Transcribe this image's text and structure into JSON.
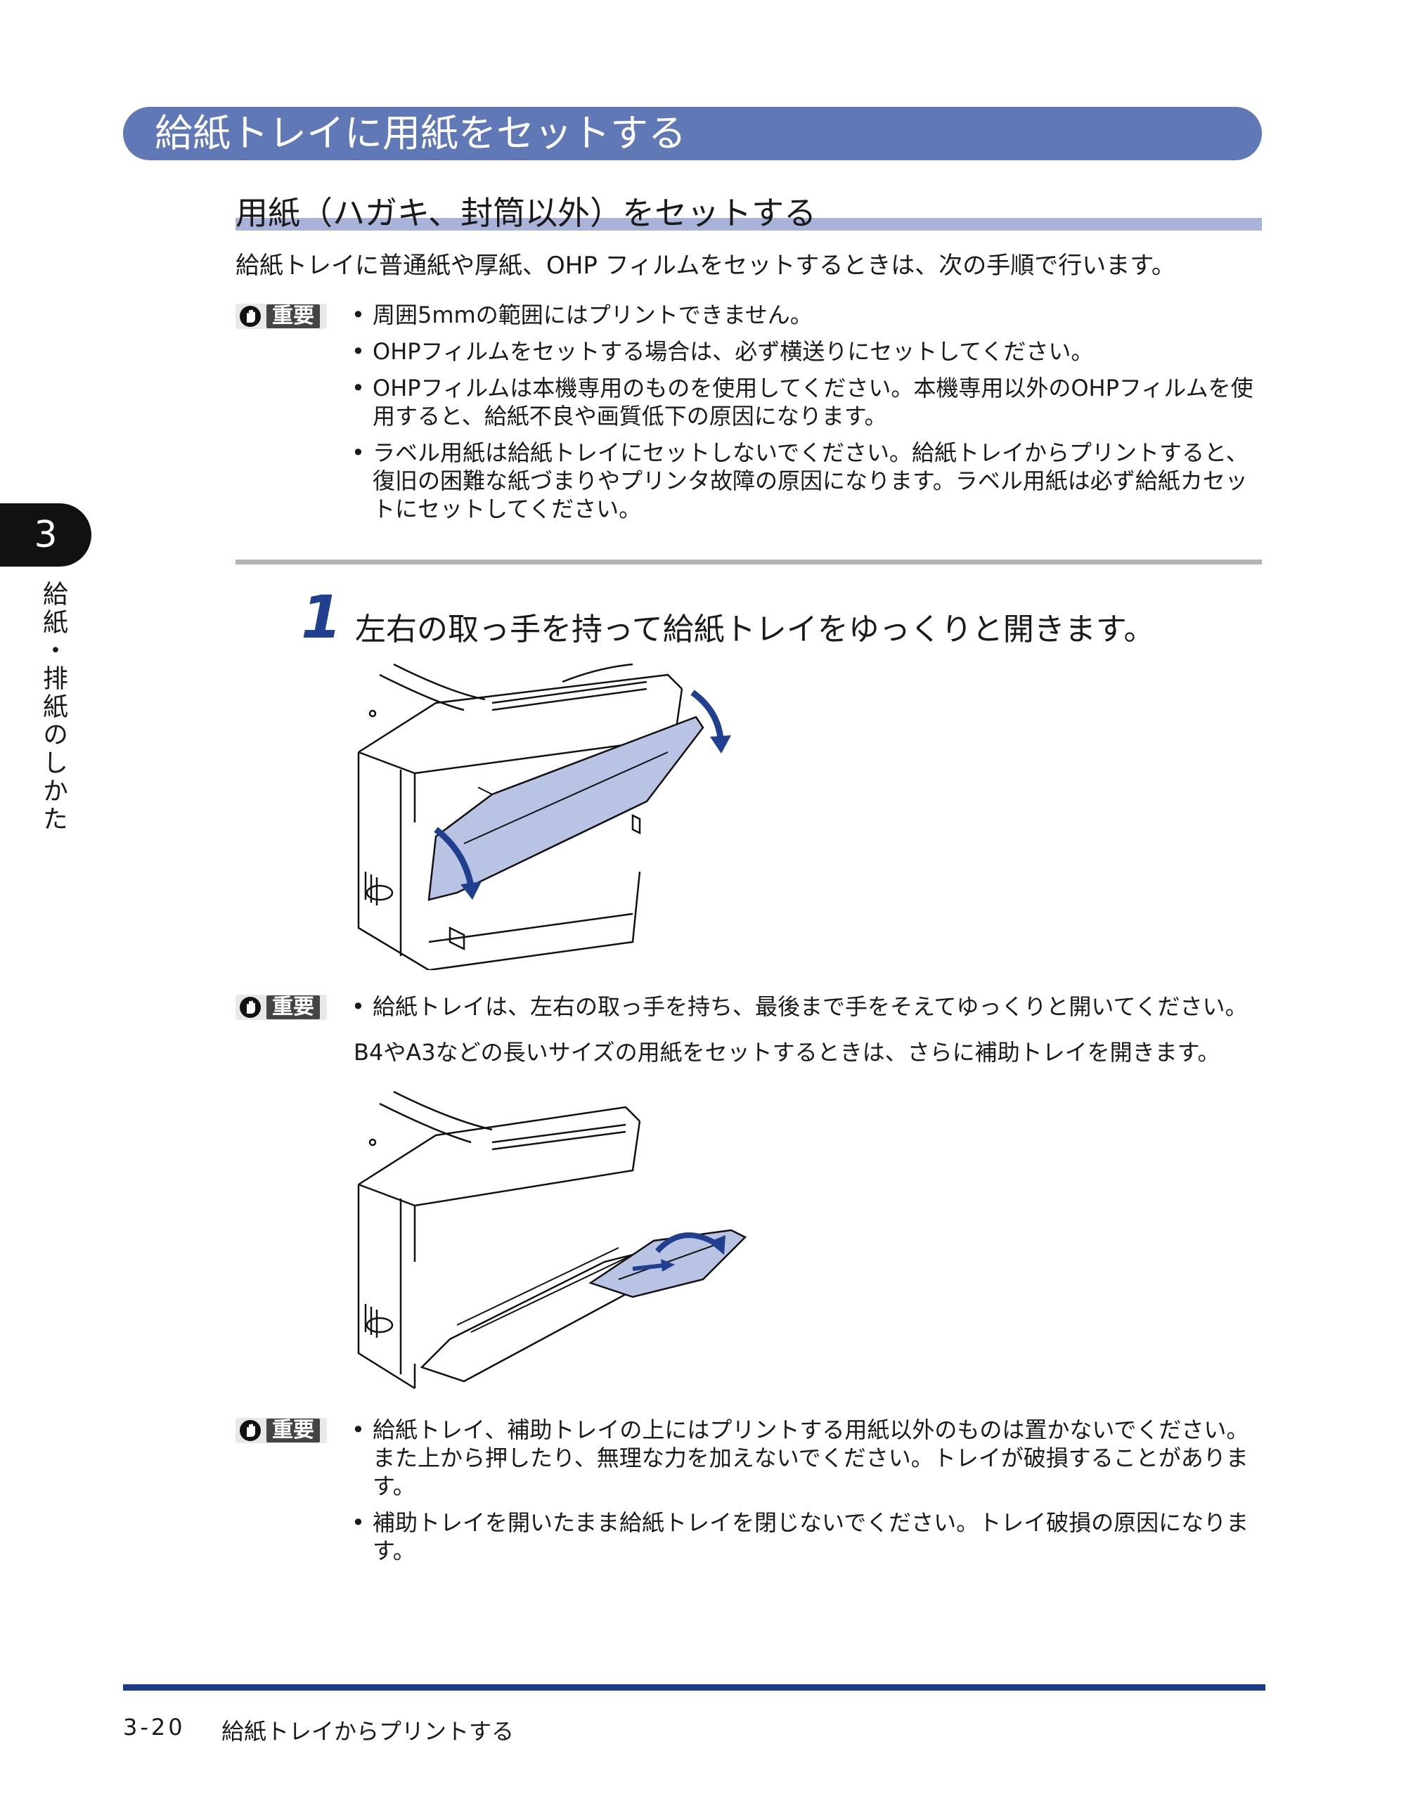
{
  "title": "給紙トレイに用紙をセットする",
  "subsection_title": "用紙（ハガキ、封筒以外）をセットする",
  "intro": "給紙トレイに普通紙や厚紙、OHP フィルムをセットするときは、次の手順で行います。",
  "important_label": "重要",
  "notes1": [
    "周囲5mmの範囲にはプリントできません。",
    "OHPフィルムをセットする場合は、必ず横送りにセットしてください。",
    "OHPフィルムは本機専用のものを使用してください。本機専用以外のOHPフィルムを使用すると、給紙不良や画質低下の原因になります。",
    "ラベル用紙は給紙トレイにセットしないでください。給紙トレイからプリントすると、復旧の困難な紙づまりやプリンタ故障の原因になります。ラベル用紙は必ず給紙カセットにセットしてください。"
  ],
  "step": {
    "number": "1",
    "text": "左右の取っ手を持って給紙トレイをゆっくりと開きます。"
  },
  "notes2": [
    "給紙トレイは、左右の取っ手を持ち、最後まで手をそえてゆっくりと開いてください。"
  ],
  "paragraph": "B4やA3などの長いサイズの用紙をセットするときは、さらに補助トレイを開きます。",
  "notes3": [
    "給紙トレイ、補助トレイの上にはプリントする用紙以外のものは置かないでください。また上から押したり、無理な力を加えないでください。トレイが破損することがあります。",
    "補助トレイを開いたまま給紙トレイを閉じないでください。トレイ破損の原因になります。"
  ],
  "chapter": {
    "number": "3",
    "side_label": "給紙・排紙のしかた"
  },
  "footer": {
    "page": "3-20",
    "title": "給紙トレイからプリントする"
  },
  "colors": {
    "banner": "#6178b6",
    "accent_blue": "#213f8f",
    "tray_fill": "#b9c3e3"
  }
}
